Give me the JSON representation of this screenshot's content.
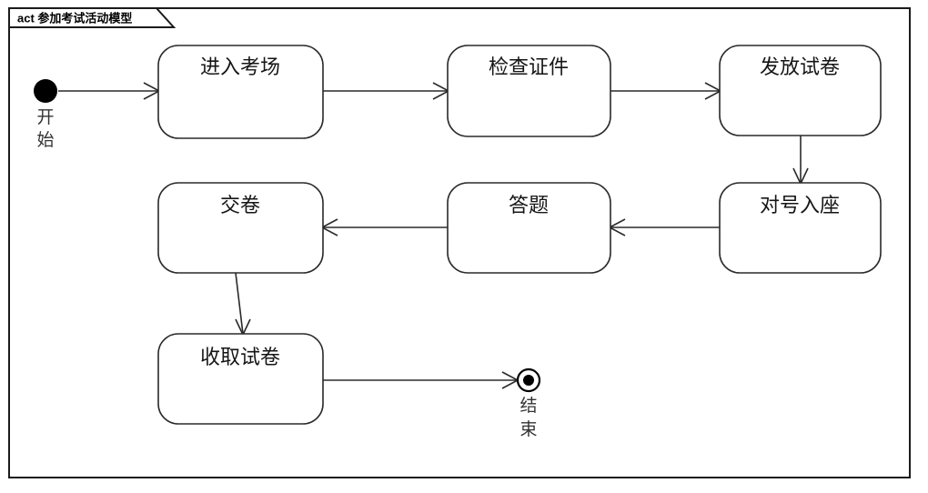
{
  "diagram": {
    "kind": "uml-activity-diagram",
    "frame": {
      "tag": "act",
      "name": "参加考试活动模型",
      "label": "act 参加考试活动模型"
    },
    "initial_node": {
      "icon": "filled-circle",
      "label": "开始",
      "label_chars": [
        "开",
        "始"
      ]
    },
    "final_node": {
      "icon": "bullseye-circle",
      "label": "结束",
      "label_chars": [
        "结",
        "束"
      ]
    },
    "actions": [
      {
        "id": "a1",
        "label": "进入考场"
      },
      {
        "id": "a2",
        "label": "检查证件"
      },
      {
        "id": "a3",
        "label": "发放试卷"
      },
      {
        "id": "a4",
        "label": "对号入座"
      },
      {
        "id": "a5",
        "label": "答题"
      },
      {
        "id": "a6",
        "label": "交卷"
      },
      {
        "id": "a7",
        "label": "收取试卷"
      }
    ],
    "flows": [
      {
        "from": "initial",
        "to": "a1",
        "label": ""
      },
      {
        "from": "a1",
        "to": "a2",
        "label": ""
      },
      {
        "from": "a2",
        "to": "a3",
        "label": ""
      },
      {
        "from": "a3",
        "to": "a4",
        "label": ""
      },
      {
        "from": "a4",
        "to": "a5",
        "label": ""
      },
      {
        "from": "a5",
        "to": "a6",
        "label": ""
      },
      {
        "from": "a6",
        "to": "a7",
        "label": ""
      },
      {
        "from": "a7",
        "to": "final",
        "label": ""
      }
    ],
    "colors": {
      "background": "#ffffff",
      "frame_stroke": "#1b1b1b",
      "node_stroke": "#2a2a2a",
      "node_fill": "#ffffff",
      "text": "#151515",
      "terminal_fill": "#000000"
    }
  }
}
